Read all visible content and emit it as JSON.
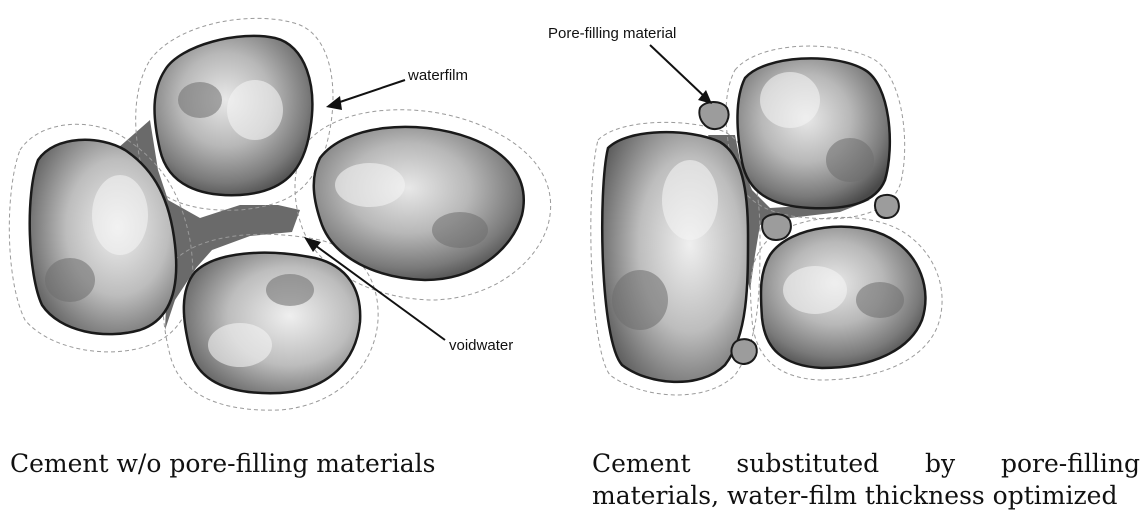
{
  "labels": {
    "waterfilm": "waterfilm",
    "voidwater": "voidwater",
    "pore_filling": "Pore-filling material"
  },
  "captions": {
    "left": "Cement w/o pore-filling materials",
    "right_words_line1": [
      "Cement",
      "substituted",
      "by",
      "pore-filling"
    ],
    "right_line2": "materials, water-film thickness optimized"
  },
  "colors": {
    "particle_fill": "#a9a9a9",
    "particle_dark": "#5c5c5c",
    "particle_light": "#e6e6e6",
    "void_fill": "#6a6a6a",
    "outline": "#1a1a1a",
    "film_dash": "#9a9a9a"
  }
}
